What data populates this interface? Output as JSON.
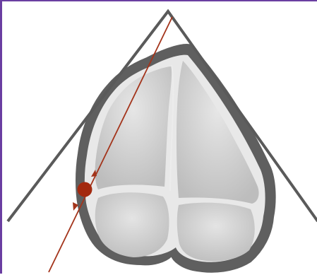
{
  "figure": {
    "subject": "heart-echo-view-schematic",
    "elements": [
      "ultrasound-sector",
      "heart-outline",
      "left-ventricle",
      "right-ventricle",
      "left-atrium",
      "right-atrium",
      "interventricular-septum",
      "beam-line",
      "target-point"
    ]
  },
  "colors": {
    "background": "#ffffff",
    "frame_border": "#6a3ea1",
    "sector_lines": "#5a5a5a",
    "heart_wall": "#5f5f5f",
    "wall_rim": "#e8e8e8",
    "chamber_fill": "#c8c8c8",
    "chamber_highlight": "#e3e3e3",
    "beam": "#a3341b",
    "target_point": "#a3290f"
  },
  "icons": {
    "arrow_up": "arrowhead-icon",
    "arrow_down": "arrowhead-icon"
  }
}
